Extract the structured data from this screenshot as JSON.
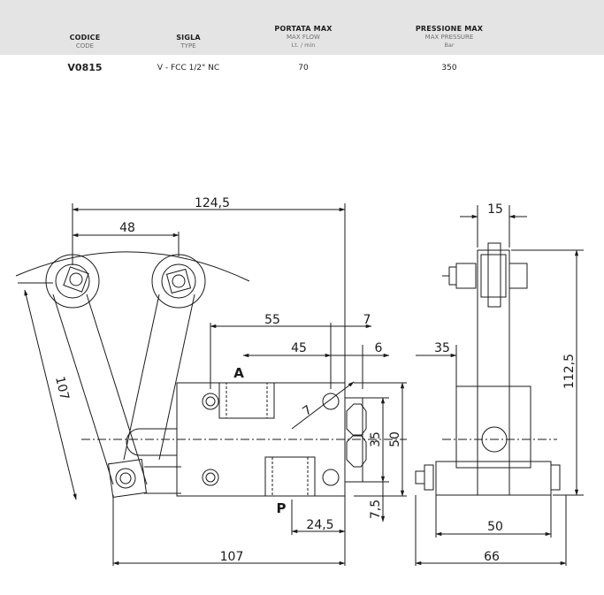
{
  "specs": {
    "headers": [
      {
        "main": "CODICE",
        "sub": "CODE",
        "unit": ""
      },
      {
        "main": "SIGLA",
        "sub": "TYPE",
        "unit": ""
      },
      {
        "main": "PORTATA MAX",
        "sub": "MAX FLOW",
        "unit": "Lt. / min"
      },
      {
        "main": "PRESSIONE MAX",
        "sub": "MAX PRESSURE",
        "unit": "Bar"
      }
    ],
    "row": {
      "code": "V0815",
      "type": "V - FCC 1/2\" NC",
      "flow": "70",
      "pressure": "350"
    }
  },
  "drawing": {
    "dims": {
      "d124_5": "124,5",
      "d48": "48",
      "d107_diag": "107",
      "d55": "55",
      "d7_top": "7",
      "d45": "45",
      "d6": "6",
      "d7_diag": "7",
      "d35_v": "35",
      "d50_v": "50",
      "d7_5": "7,5",
      "d24_5": "24,5",
      "d107_bottom": "107",
      "side_15": "15",
      "side_35": "35",
      "side_112_5": "112,5",
      "side_50": "50",
      "side_66": "66"
    },
    "ports": {
      "a": "A",
      "p": "P"
    }
  }
}
